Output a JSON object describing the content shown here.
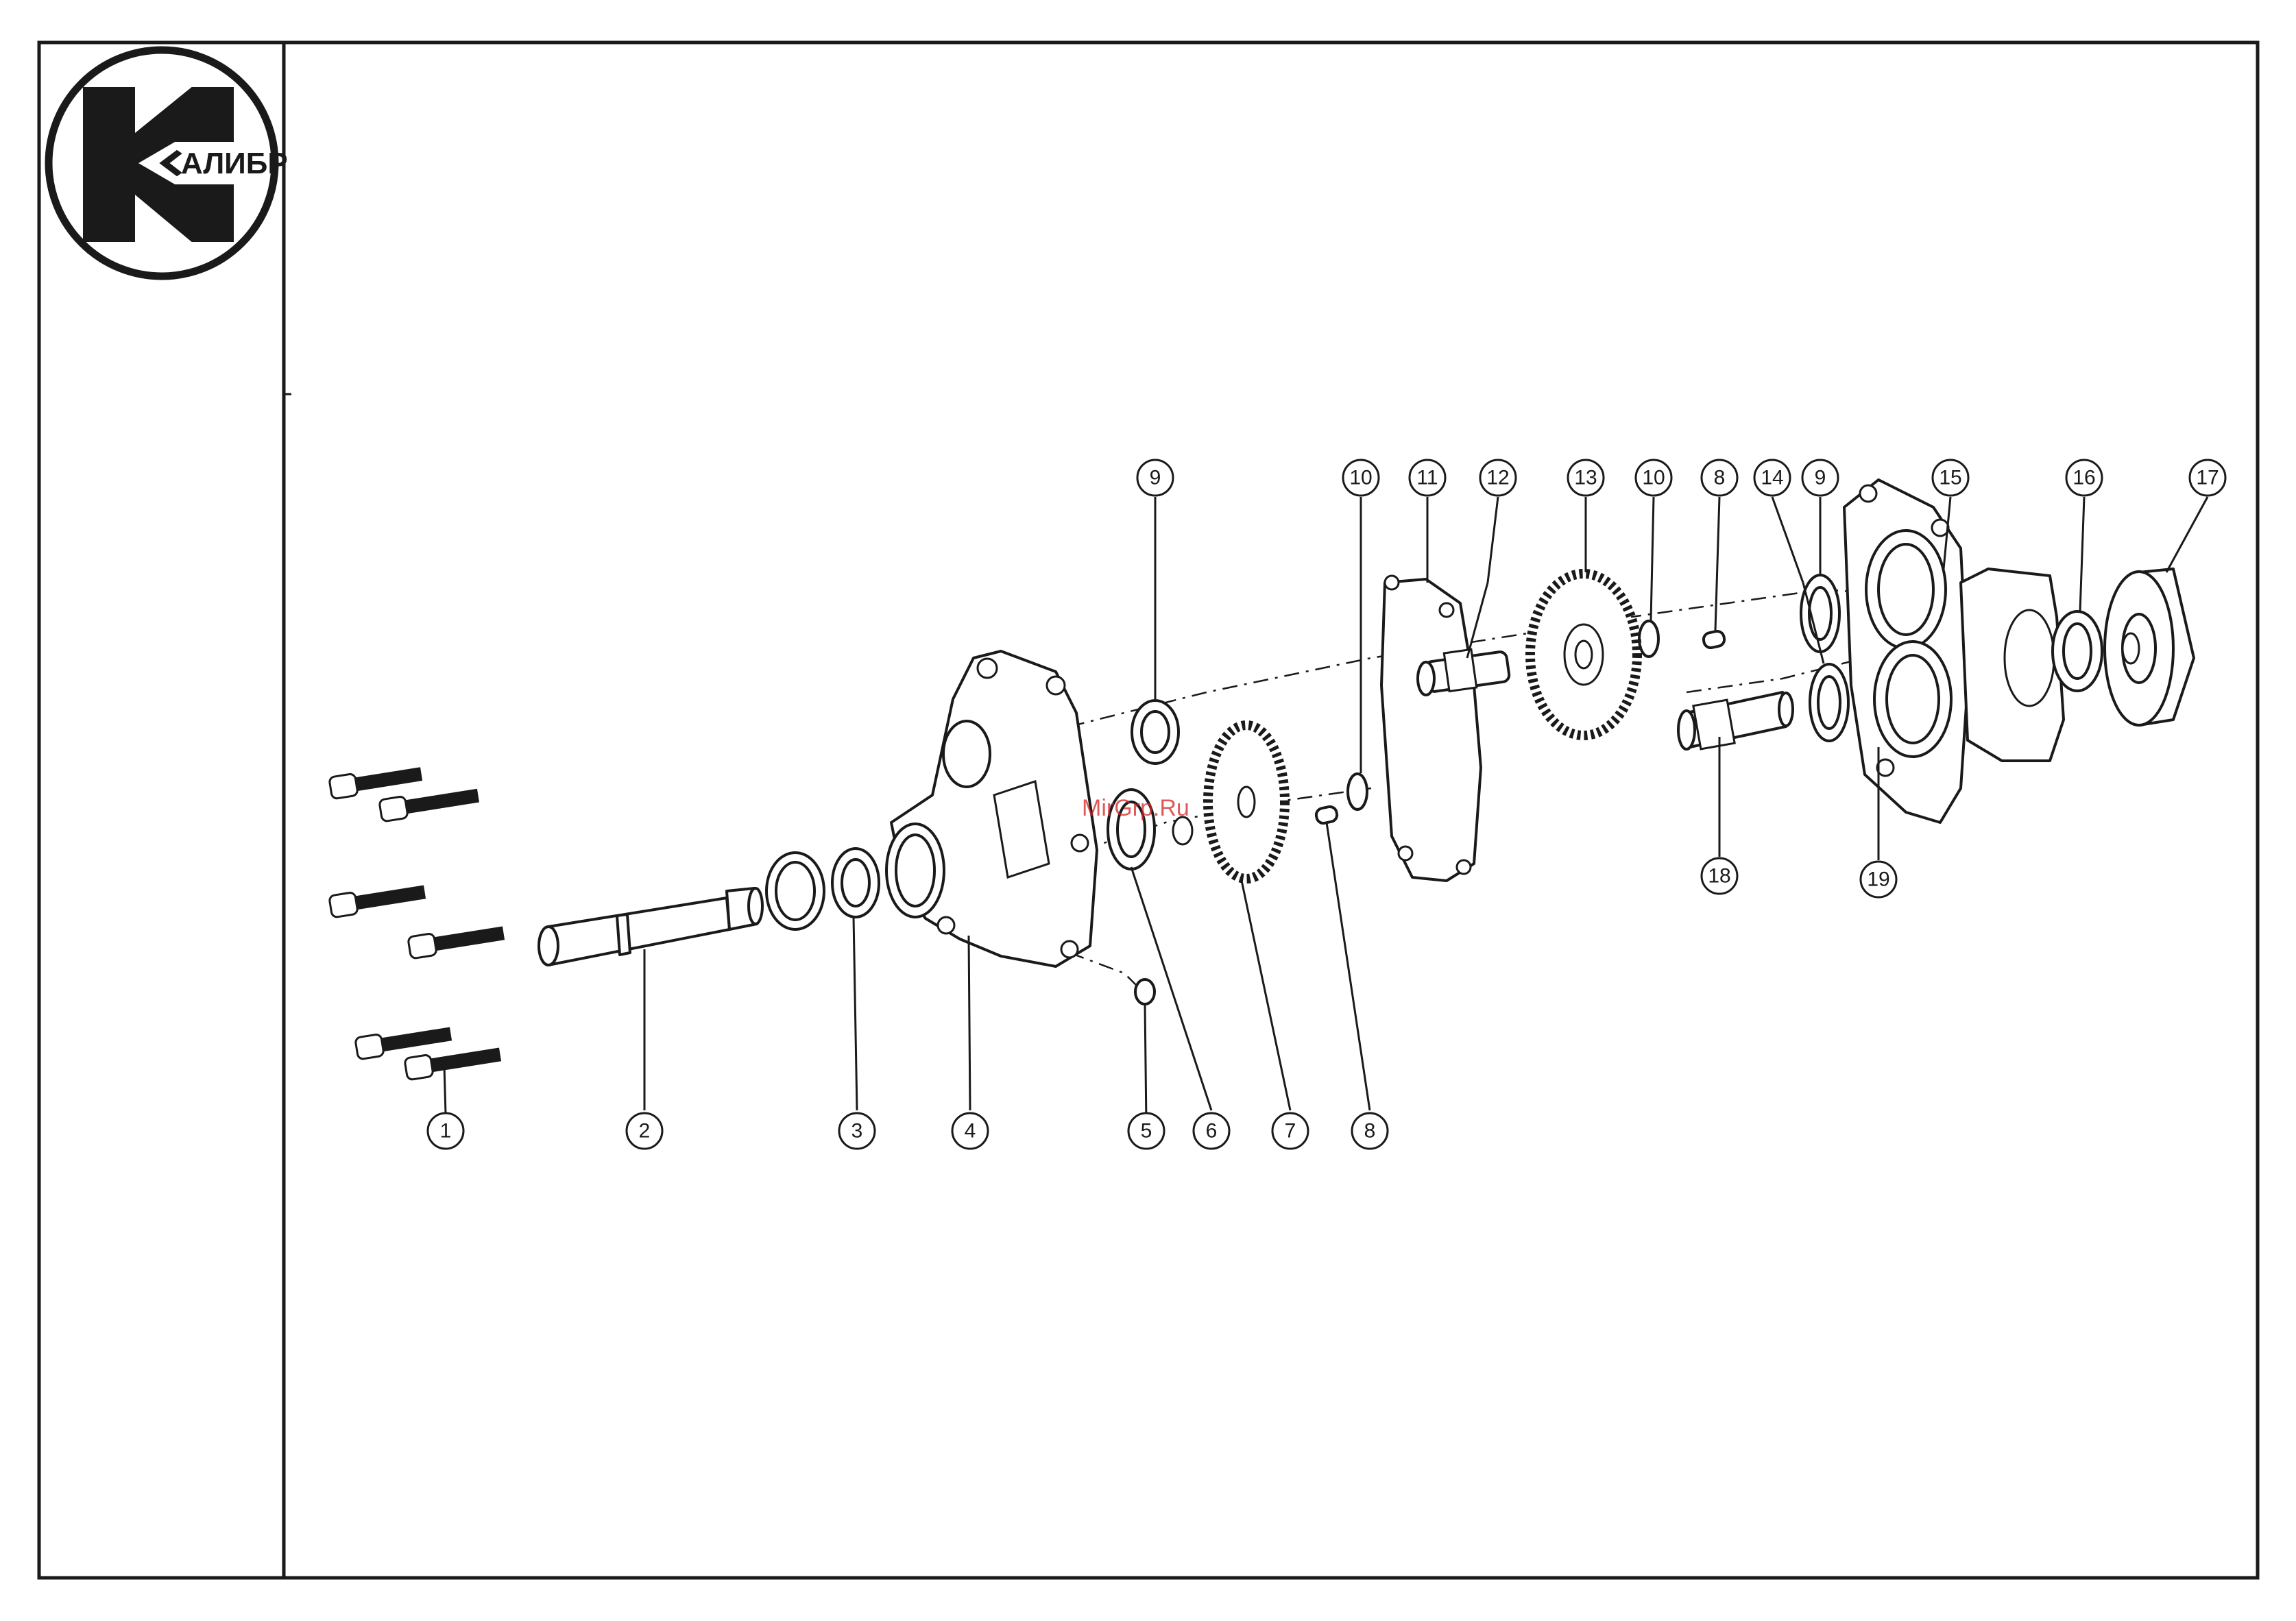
{
  "logo": {
    "text": "АЛИБР"
  },
  "watermark": {
    "text": "MirGrp.Ru"
  },
  "callouts": [
    {
      "id": "c1",
      "label": "1"
    },
    {
      "id": "c2",
      "label": "2"
    },
    {
      "id": "c3",
      "label": "3"
    },
    {
      "id": "c4",
      "label": "4"
    },
    {
      "id": "c5",
      "label": "5"
    },
    {
      "id": "c6",
      "label": "6"
    },
    {
      "id": "c7",
      "label": "7"
    },
    {
      "id": "c8a",
      "label": "8"
    },
    {
      "id": "c9a",
      "label": "9"
    },
    {
      "id": "c10a",
      "label": "10"
    },
    {
      "id": "c11",
      "label": "11"
    },
    {
      "id": "c12",
      "label": "12"
    },
    {
      "id": "c13",
      "label": "13"
    },
    {
      "id": "c10b",
      "label": "10"
    },
    {
      "id": "c8b",
      "label": "8"
    },
    {
      "id": "c14",
      "label": "14"
    },
    {
      "id": "c9b",
      "label": "9"
    },
    {
      "id": "c15",
      "label": "15"
    },
    {
      "id": "c16",
      "label": "16"
    },
    {
      "id": "c17",
      "label": "17"
    },
    {
      "id": "c18",
      "label": "18"
    },
    {
      "id": "c19",
      "label": "19"
    }
  ]
}
